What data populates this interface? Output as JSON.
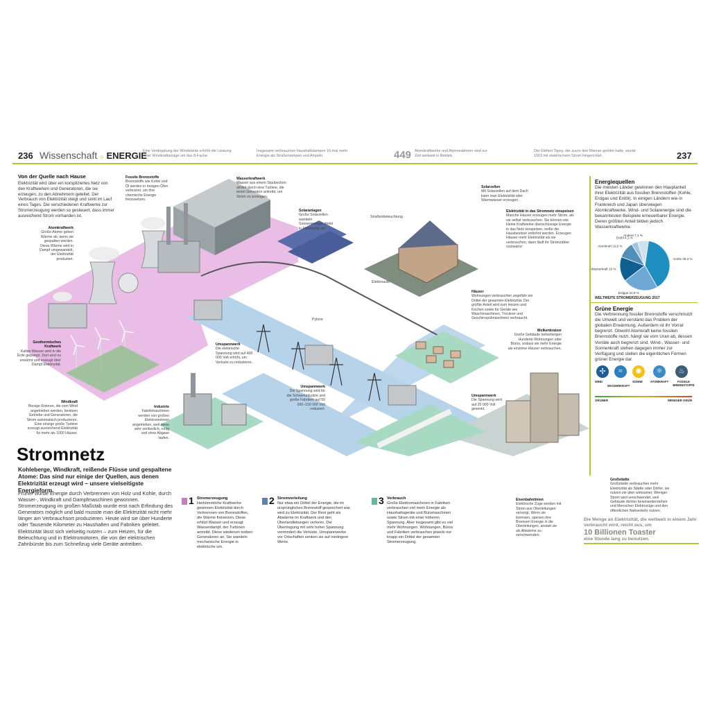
{
  "header": {
    "page_left": "236",
    "section": "Wissenschaft",
    "section_sep": "○",
    "topic": "ENERGIE",
    "page_right": "237",
    "facts": [
      "Eine Verdopplung der Windstärke erhöht die Leistung einer Windkraftanlage um das 8-Fache.",
      "Insgesamt verbrauchen Haushaltslampen 16-mal mehr Energie als Straßenlampen und Ampeln.",
      "Atomkraftwerke und Atomreaktoren sind zur Zeit weltweit in Betrieb.",
      "Der Elefant Topsy, der zuvor drei Männer getötet hatte, wurde 1903 mit elektrischem Strom hingerichtet."
    ],
    "fact_number": "449"
  },
  "intro_box": {
    "title": "Von der Quelle nach Hause",
    "text": "Elektrizität wird über ein kompliziertes Netz von den Kraftwerken und Generatoren, die sie erzeugen, zu den Abnehmern geleitet. Der Verbrauch von Elektrizität steigt und sinkt im Lauf eines Tages. Die verschiedenen Kraftwerke zur Stromerzeugung werden so gesteuert, dass immer ausreichend Strom vorhanden ist."
  },
  "annotations": [
    {
      "id": "fossil",
      "title": "Fossile Brennstoffe",
      "text": "Brennstoffe wie Kohle und Öl werden in riesigen Öfen verbrannt, um ihre chemische Energie freizusetzen."
    },
    {
      "id": "wasser",
      "title": "Wasserkraftwerk",
      "text": "Wasser aus einem Staubecken strömt durch eine Turbine, die einen Generator antreibt, um Strom zu erzeugen."
    },
    {
      "id": "atom",
      "title": "Atomkraftwerk",
      "text": "Große Atome geben Wärme ab, wenn sie gespalten werden. Diese Wärme wird in Dampf umgewandelt, der Elektrizität produziert."
    },
    {
      "id": "solar",
      "title": "Solaranlagen",
      "text": "Große Solarzellen wandeln Sonnenenergie direkt in Elektrizität um."
    },
    {
      "id": "geo",
      "title": "Geothermisches Kraftwerk",
      "text": "Kaltes Wasser wird in die Erde gepumpt. Dort wird es erwärmt und erzeugt über Dampf Elektrizität."
    },
    {
      "id": "wind",
      "title": "Windkraft",
      "text": "Riesige Rotoren, die vom Wind angetrieben werden, besitzen Getriebe und Generatoren, die Strom automatisch produzieren. Eine einzige große Turbine erzeugt ausreichend Elektrizität für mehr als 1000 Häuser."
    },
    {
      "id": "umspann1",
      "title": "Umspannwerk",
      "text": "Die elektrische Spannung wird auf 400 000 Volt erhöht, um Verluste zu reduzieren."
    },
    {
      "id": "pylone",
      "title": "",
      "text": "Pylone"
    },
    {
      "id": "industrie",
      "title": "Industrie",
      "text": "Fabrikmaschinen werden von großen Elektromotoren angetrieben, weil diese sehr verlässlich, ruhig und ohne Abgase laufen."
    },
    {
      "id": "umspann2",
      "title": "Umspannwerk",
      "text": "Die Spannung wird für die Schwerindustrie und große Fabriken auf 50 000–150 000 Volt reduziert."
    },
    {
      "id": "umspann3",
      "title": "Umspannwerk",
      "text": "Die Spannung wird auf 25 000 Volt gesenkt."
    },
    {
      "id": "solarzellen",
      "title": "Solarzellen",
      "text": "Mit Solarzellen auf dem Dach kann man Elektrizität oder Warmwasser erzeugen."
    },
    {
      "id": "strassen",
      "title": "",
      "text": "Straßenbeleuchtung"
    },
    {
      "id": "elektroauto",
      "title": "",
      "text": "Elektroauto"
    },
    {
      "id": "stromnetz",
      "title": "Elektrizität in das Stromnetz einspeisen",
      "text": "Manche Häuser erzeugen mehr Strom, als sie selbst verbrauchen. Sie können wie kleine Kraftwerke überschüssige Energie in das Netz einspeisen, wofür die Hausbesitzer entlohnt werden. Erzeugen Häuser mehr Elektrizität als sie verbrauchen, dann läuft ihr Stromzähler rückwärts!"
    },
    {
      "id": "haeuser",
      "title": "Häuser",
      "text": "Wohnungen verbrauchen ungefähr ein Drittel der gesamten Elektrizität. Der größte Anteil wird zum Heizen und Kochen sowie für Geräte wie Waschmaschinen, Trockner und Geschirrspülmaschinen verbraucht."
    },
    {
      "id": "wolken",
      "title": "Wolkenkratzer",
      "text": "Große Gebäude beherbergen Hunderte Wohnungen oder Büros, sodass sie mehr Energie als einzelne Häuser verbrauchen."
    },
    {
      "id": "gross",
      "title": "Großstädte",
      "text": "Großstädte verbrauchen mehr Elektrizität als Städte oder Dörfer, sie nutzen sie aber wirksamer. Weniger Strom wird verschwendet, weil Gebäude dichter beieinanderstehen und Menschen Elektrozüge und den öffentlichen Nahverkehr nutzen."
    },
    {
      "id": "bahn",
      "title": "Eisenbahnlinien",
      "text": "Elektrische Züge werden mit Strom aus Oberleitungen versorgt. Wenn sie bremsen, speisen ihre Bremsen Energie in die Oberleitungen, anstatt sie als Abwärme zu verschwenden."
    }
  ],
  "title": {
    "main": "Stromnetz",
    "subtitle": "Kohleberge, Windkraft, reißende Flüsse und gespaltene Atome: Das sind nur einige der Quellen, aus denen Elektrizität erzeugt wird – unsere vielseitigste Energieform.",
    "body": "Früher wurde Energie durch Verbrennen von Holz und Kohle, durch Wasser-, Windkraft und Dampfmaschinen gewonnen. Stromerzeugung im großen Maßstab wurde erst nach Erfindung des Generators möglich und bald musste man die Elektrizität nicht mehr länger am Verbrauchsort produzieren. Heute wird sie über Hunderte oder Tausende Kilometer zu Haushalten und Fabriken geleitet. Elektrizität lässt sich vielseitig nutzen – zum Heizen, für die Beleuchtung und in Elektromotoren, die von der elektrischen Zahnbürste bis zum Schnellzug viele Geräte antreiben."
  },
  "steps": [
    {
      "num": "1",
      "title": "Stromerzeugung",
      "text": "Herkömmliche Kraftwerke gewinnen Elektrizität durch Verbrennen von Brennstoffen, die Wärme freisetzen. Diese erhitzt Wasser und erzeugt Wasserdampf, der Turbinen antreibt. Diese wiederum treiben Generatoren an. Sie wandeln mechanische Energie in elektrische um.",
      "color": "#c77fc4"
    },
    {
      "num": "2",
      "title": "Stromverteilung",
      "text": "Nur etwa ein Drittel der Energie, die im ursprünglichen Brennstoff gespeichert war, wird zu Elektrizität. Der Rest geht als Abwärme im Kraftwerk und den Überlandleitungen verloren. Die Übertragung mit sehr hoher Spannung vermindert die Verluste. Umspannwerke vor Ortschaften senken sie auf niedrigere Werte.",
      "color": "#5e82b8"
    },
    {
      "num": "3",
      "title": "Verbrauch",
      "text": "Große Elektromaschinen in Fabriken verbrauchen viel mehr Energie als Haushaltsgeräte und Büromaschinen sowie Strom mit einer höheren Spannung. Aber insgesamt gibt es viel mehr Wohnungen. Wohnungen, Büros und Fabriken verbrauchen jeweils nur knapp ein Drittel der gesamten Stromerzeugung.",
      "color": "#5fb9a3"
    }
  ],
  "sidebar": {
    "energiequellen_title": "Energiequellen",
    "energiequellen_text": "Die meisten Länder gewinnen den Hauptanteil ihrer Elektrizität aus fossilen Brennstoffen (Kohle, Erdgas und Erdöl). In einigen Ländern wie in Frankreich und Japan überwiegen Atomkraftwerke. Wind- und Solarenergie sind die bekanntesten Beispiele erneuerbarer Energie. Deren größten Anteil bilden jedoch Wasserkraftwerke.",
    "pie_caption": "WELTWEITE STROMERZEUGUNG 2017",
    "gruen_title": "Grüne Energie",
    "gruen_text": "Die Verbrennung fossiler Brennstoffe verschmutzt die Umwelt und verstärkt das Problem der globalen Erwärmung. Außerdem ist ihr Vorrat begrenzt. Obwohl Atomkraft keine fossilen Brennstoffe nutzt, hängt sie vom Uran ab, dessen Vorräte auch begrenzt sind. Wind-, Wasser- und Sonnenkraft stehen dagegen immer zur Verfügung und stellen die eigentlichen Formen grüner Energie dar.",
    "icons": [
      {
        "name": "wind-icon",
        "label": "WIND"
      },
      {
        "name": "water-icon",
        "label": "WASSERKRAFT"
      },
      {
        "name": "sun-icon",
        "label": "SONNE"
      },
      {
        "name": "atom-icon",
        "label": "ATOMKRAFT"
      },
      {
        "name": "fossil-icon",
        "label": "FOSSILE BRENNSTOFFE"
      }
    ],
    "scale_left": "GRÜNER",
    "scale_right": "WENIGER GRÜN",
    "toaster_pre": "Die Menge an Elektrizität, die weltweit in einem Jahr verbraucht wird, reicht aus, um",
    "toaster_big": "10 Billionen Toaster",
    "toaster_post": "eine Stunde lang zu benutzen."
  },
  "chart_data": {
    "type": "pie",
    "title": "WELTWEITE STROMERZEUGUNG 2017",
    "slices": [
      {
        "label": "Kohle",
        "value": 39.3,
        "display": "39,3 %",
        "color": "#1f8fc2"
      },
      {
        "label": "Erdgas",
        "value": 22.9,
        "display": "22,9 %",
        "color": "#6fa8d6"
      },
      {
        "label": "Wasserkraft",
        "value": 16.0,
        "display": "16 %",
        "color": "#0f5f93"
      },
      {
        "label": "Atomkraft",
        "value": 10.6,
        "display": "10,6 %",
        "color": "#4f8fb8"
      },
      {
        "label": "Erdöl",
        "value": 4.1,
        "display": "4,1 %",
        "color": "#9fc4dd"
      },
      {
        "label": "Andere",
        "value": 7.1,
        "display": "7,1 %",
        "color": "#cfe1ee"
      }
    ]
  }
}
